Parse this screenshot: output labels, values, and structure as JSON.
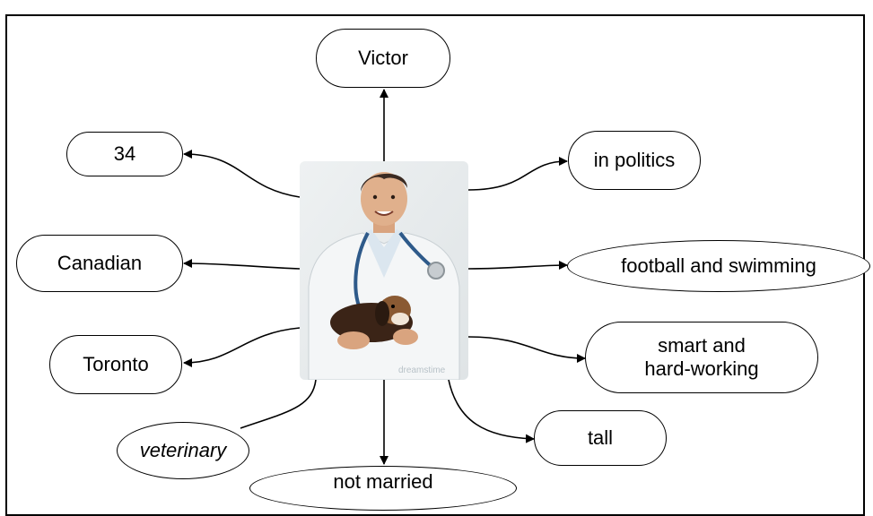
{
  "nodes": {
    "name": "Victor",
    "age": "34",
    "nationality": "Canadian",
    "city": "Toronto",
    "profession": "veterinary",
    "marital_status": "not married",
    "height": "tall",
    "traits_line1": "smart and",
    "traits_line2": "hard-working",
    "hobbies": "football and swimming",
    "interest": "in politics"
  },
  "photo": {
    "watermark": "dreamstime"
  },
  "colors": {
    "line": "#000000",
    "node_border": "#000000",
    "background": "#ffffff"
  }
}
